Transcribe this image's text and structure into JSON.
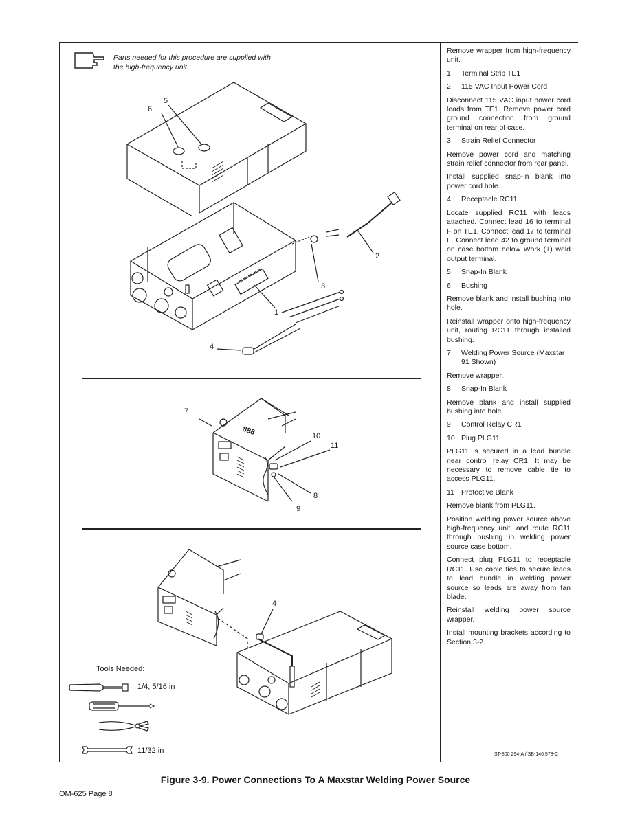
{
  "note": "Parts needed for this procedure are supplied with the high-frequency unit.",
  "steps": [
    {
      "type": "text",
      "text": "Remove wrapper from high-frequency unit."
    },
    {
      "type": "item",
      "num": "1",
      "text": "Terminal Strip TE1"
    },
    {
      "type": "item",
      "num": "2",
      "text": "115 VAC Input Power Cord"
    },
    {
      "type": "text",
      "text": "Disconnect 115 VAC input power cord leads from TE1. Remove power cord ground connection from ground terminal on rear of case."
    },
    {
      "type": "item",
      "num": "3",
      "text": "Strain Relief Connector"
    },
    {
      "type": "text",
      "text": "Remove power cord and matching strain relief connector from rear panel."
    },
    {
      "type": "text",
      "text": "Install supplied snap-in blank into power cord hole."
    },
    {
      "type": "item",
      "num": "4",
      "text": "Receptacle RC11"
    },
    {
      "type": "text",
      "text": "Locate supplied RC11 with leads attached. Connect lead 16 to terminal F on TE1. Connect lead 17 to terminal E. Connect lead 42 to ground terminal on case bottom below Work (+) weld output terminal."
    },
    {
      "type": "item",
      "num": "5",
      "text": "Snap-In Blank"
    },
    {
      "type": "item",
      "num": "6",
      "text": "Bushing"
    },
    {
      "type": "text",
      "text": "Remove blank and install bushing into hole."
    },
    {
      "type": "text",
      "text": "Reinstall wrapper onto high-frequency unit, routing RC11 through installed bushing."
    },
    {
      "type": "item",
      "num": "7",
      "text": "Welding Power Source (Maxstar 91 Shown)"
    },
    {
      "type": "text",
      "text": "Remove wrapper."
    },
    {
      "type": "item",
      "num": "8",
      "text": "Snap-In Blank"
    },
    {
      "type": "text",
      "text": "Remove blank and install supplied bushing into hole."
    },
    {
      "type": "item",
      "num": "9",
      "text": "Control Relay CR1"
    },
    {
      "type": "item",
      "num": "10",
      "text": "Plug PLG11"
    },
    {
      "type": "text",
      "text": "PLG11 is secured in a lead bundle near control relay CR1. It may be necessary to remove cable tie to access PLG11."
    },
    {
      "type": "item",
      "num": "11",
      "text": "Protective Blank"
    },
    {
      "type": "text",
      "text": "Remove blank from PLG11."
    },
    {
      "type": "text",
      "text": "Position welding power source above high-frequency unit, and route RC11 through bushing in welding power source case bottom."
    },
    {
      "type": "text",
      "text": "Connect plug PLG11 to receptacle RC11. Use cable ties to secure leads to lead bundle in welding power source so leads are away from fan blade."
    },
    {
      "type": "text",
      "text": "Reinstall welding power source wrapper."
    },
    {
      "type": "text",
      "text": "Install mounting brackets according to Section 3-2."
    }
  ],
  "callouts_top": {
    "c5": "5",
    "c6": "6",
    "c2": "2",
    "c3": "3",
    "c1": "1",
    "c4": "4"
  },
  "callouts_mid": {
    "c7": "7",
    "c10": "10",
    "c11": "11",
    "c8": "8",
    "c9": "9"
  },
  "callouts_bot": {
    "c4": "4"
  },
  "display_digits": "888",
  "tools": {
    "title": "Tools Needed:",
    "socket_size": "1/4, 5/16 in",
    "wrench_size": "11/32 in"
  },
  "reference": "ST-800 294-A / SB-146 578-C",
  "caption": "Figure 3-9. Power Connections To A Maxstar Welding Power Source",
  "page_number": "OM-625 Page 8"
}
